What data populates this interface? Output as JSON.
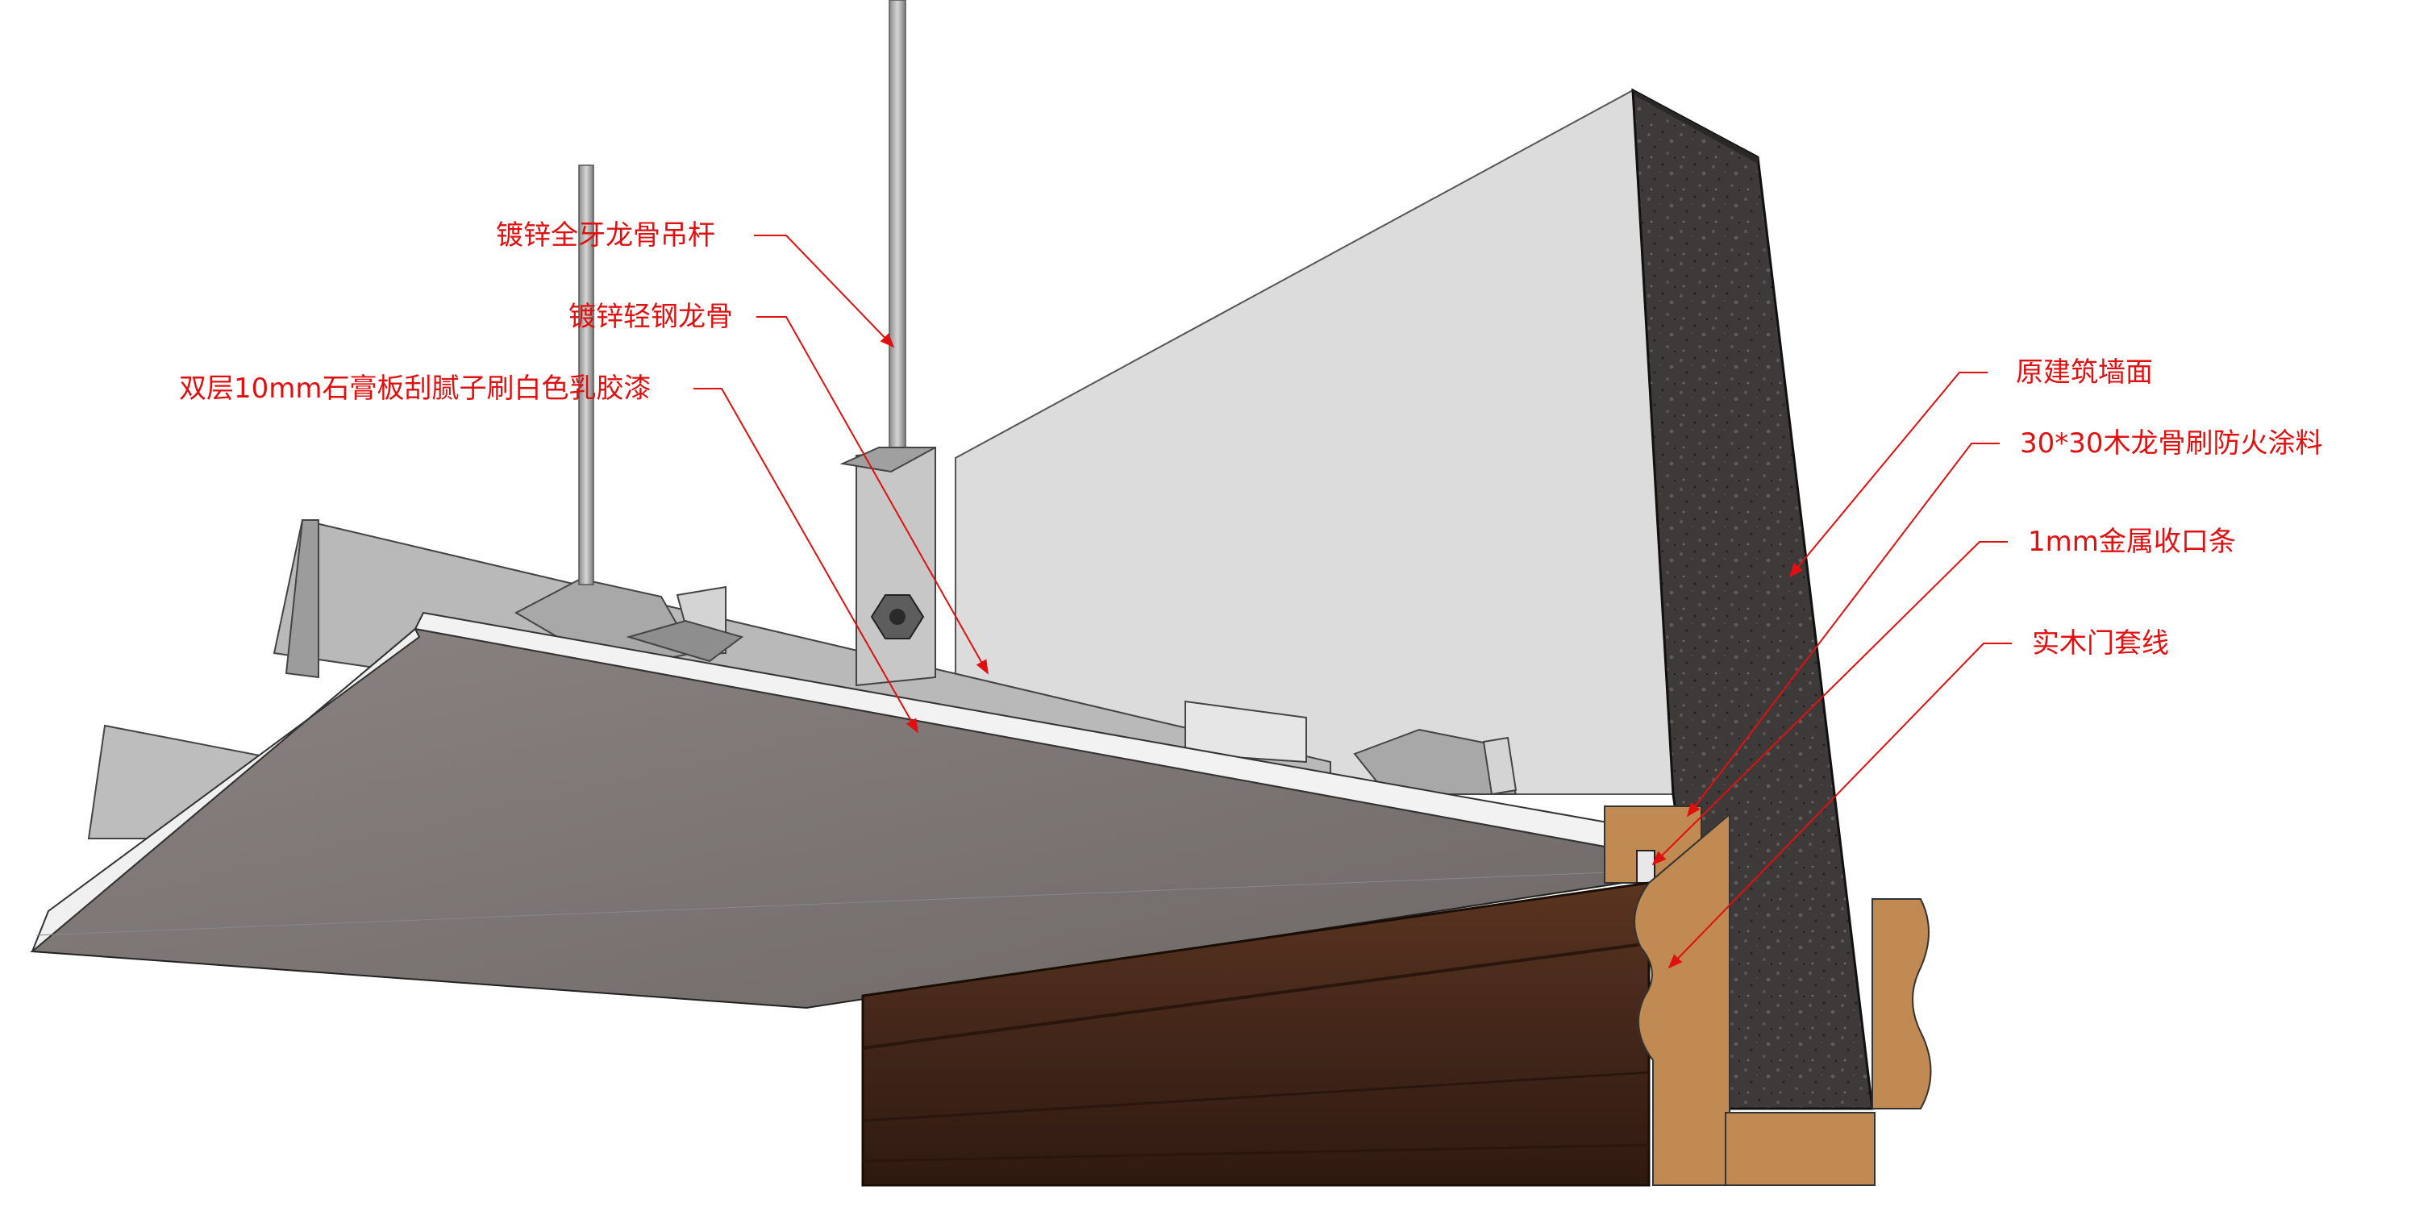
{
  "colors": {
    "label_text": "#e01010",
    "leader_line": "#e01010",
    "wall_face": "#dcdcdc",
    "masonry": "#3a3737",
    "gypsum_board": "#7e7775",
    "gypsum_edge": "#f2f2f2",
    "steel": "#b4b4b4",
    "wood_trim": "#4a2a18",
    "wood_batten": "#c08a52"
  },
  "labels": {
    "hanger_rod": "镀锌全牙龙骨吊杆",
    "steel_keel": "镀锌轻钢龙骨",
    "gypsum_board": "双层10mm石膏板刮腻子刷白色乳胶漆",
    "original_wall": "原建筑墙面",
    "wood_keel": "30*30木龙骨刷防火涂料",
    "metal_trim": "1mm金属收口条",
    "door_casing": "实木门套线"
  }
}
